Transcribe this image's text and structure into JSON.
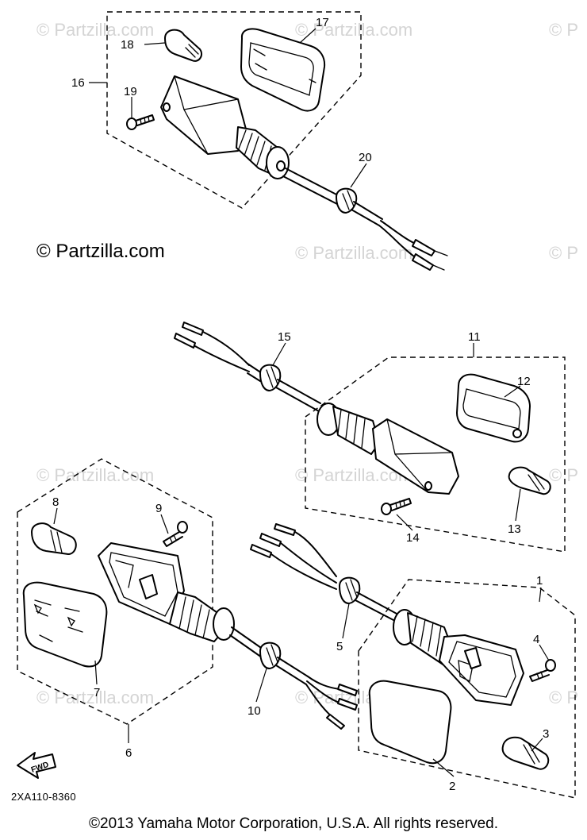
{
  "watermark": "© Partzilla.com",
  "watermark_clipped": "© P",
  "copyright_overlay": "© Partzilla.com",
  "diagram_code": "2XA110-8360",
  "footer": "©2013  Yamaha Motor Corporation, U.S.A. All rights reserved.",
  "fwd_label": "FWD",
  "callouts": {
    "n1": "1",
    "n2": "2",
    "n3": "3",
    "n4": "4",
    "n5": "5",
    "n6": "6",
    "n7": "7",
    "n8": "8",
    "n9": "9",
    "n10": "10",
    "n11": "11",
    "n12": "12",
    "n13": "13",
    "n14": "14",
    "n15": "15",
    "n16": "16",
    "n17": "17",
    "n18": "18",
    "n19": "19",
    "n20": "20"
  }
}
